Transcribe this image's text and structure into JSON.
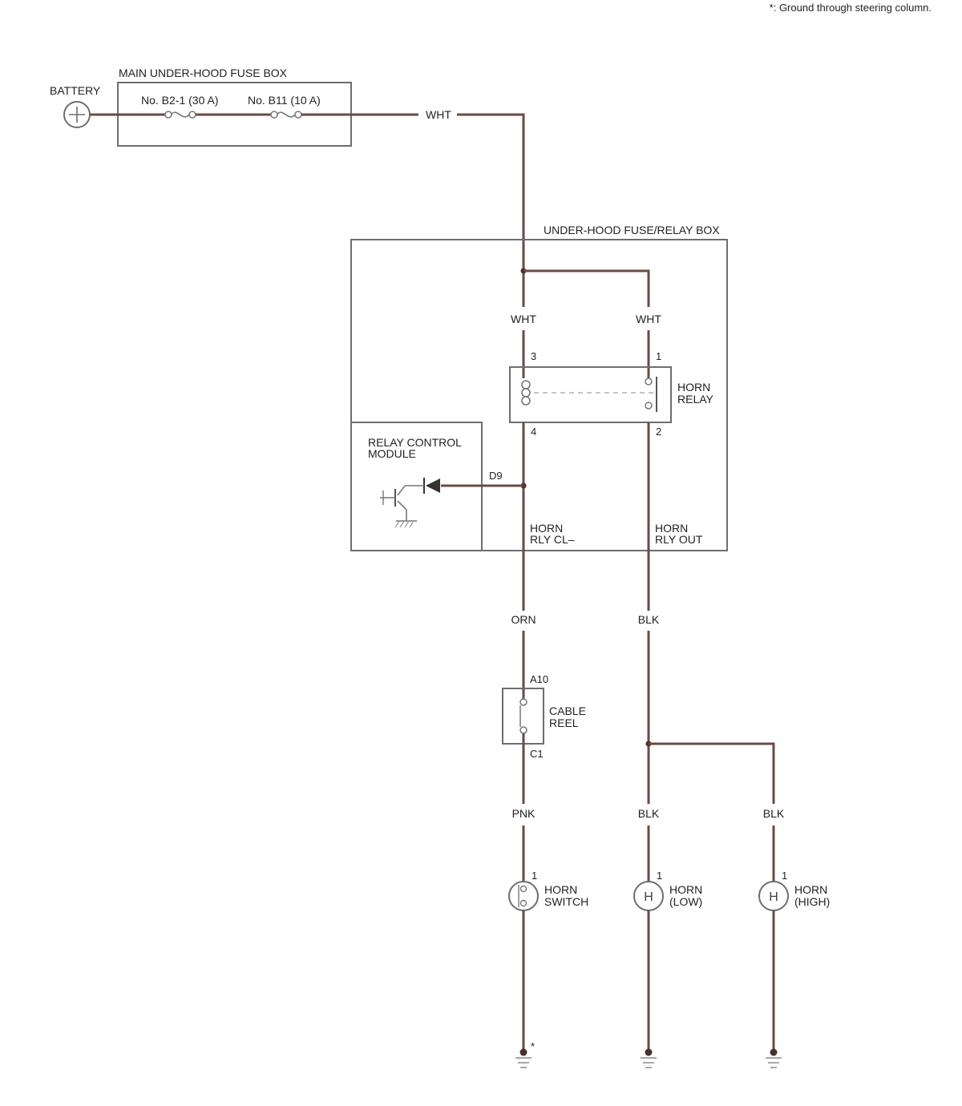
{
  "note": "*:  Ground through steering column.",
  "battery": {
    "label": "BATTERY"
  },
  "main_fuse_box": {
    "title": "MAIN UNDER-HOOD FUSE BOX",
    "fuses": [
      "No. B2-1 (30 A)",
      "No. B11 (10 A)"
    ]
  },
  "relay_box": {
    "title": "UNDER-HOOD FUSE/RELAY BOX"
  },
  "horn_relay": {
    "label_line1": "HORN",
    "label_line2": "RELAY",
    "pins": {
      "p3": "3",
      "p1": "1",
      "p4": "4",
      "p2": "2"
    }
  },
  "relay_control_module": {
    "line1": "RELAY CONTROL",
    "line2": "MODULE",
    "connector": "D9"
  },
  "terminals": {
    "cl_line1": "HORN",
    "cl_line2": "RLY CL–",
    "out_line1": "HORN",
    "out_line2": "RLY OUT"
  },
  "cable_reel": {
    "line1": "CABLE",
    "line2": "REEL",
    "pin_top": "A10",
    "pin_bottom": "C1"
  },
  "wire_colors": {
    "main_out": "WHT",
    "relay_in_left": "WHT",
    "relay_in_right": "WHT",
    "cl_out": "ORN",
    "out_wire": "BLK",
    "reel_out": "PNK",
    "horn_low_wire": "BLK",
    "horn_high_wire": "BLK"
  },
  "devices": [
    {
      "pin": "1",
      "line1": "HORN",
      "line2": "SWITCH",
      "symbol": "horn-switch-icon"
    },
    {
      "pin": "1",
      "line1": "HORN",
      "line2": "(LOW)",
      "symbol": "horn-icon"
    },
    {
      "pin": "1",
      "line1": "HORN",
      "line2": "(HIGH)",
      "symbol": "horn-icon"
    }
  ],
  "ground_marker": "*",
  "colors": {
    "wire": "#6b4a42",
    "box": "#6e6e6e"
  }
}
